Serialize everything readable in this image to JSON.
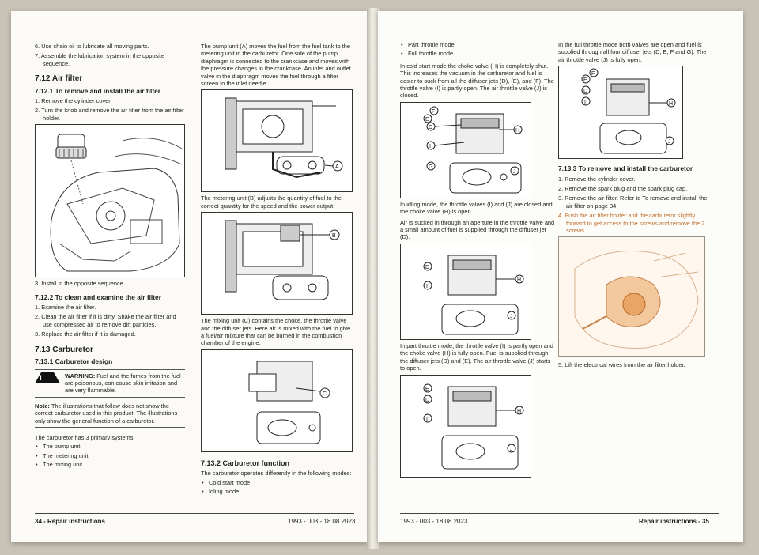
{
  "left_page": {
    "col1": {
      "items_top": [
        {
          "num": "6.",
          "text": "Use chain oil to lubricate all moving parts."
        },
        {
          "num": "7.",
          "text": "Assemble the lubrication system in the opposite sequence."
        }
      ],
      "h_air_filter": "7.12 Air filter",
      "h_remove_air_filter": "7.12.1 To remove and install the air filter",
      "remove_steps": [
        {
          "num": "1.",
          "text": "Remove the cylinder cover."
        },
        {
          "num": "2.",
          "text": "Turn the knob and remove the air filter from the air filter holder."
        }
      ],
      "step3": {
        "num": "3.",
        "text": "Install in the opposite sequence."
      },
      "h_clean": "7.12.2 To clean and examine the air filter",
      "clean_steps": [
        {
          "num": "1.",
          "text": "Examine the air filter."
        },
        {
          "num": "2.",
          "text": "Clean the air filter if it is dirty. Shake the air filter and use compressed air to remove dirt particles."
        },
        {
          "num": "3.",
          "text": "Replace the air filter if it is damaged."
        }
      ],
      "h_carb": "7.13 Carburetor",
      "h_carb_design": "7.13.1 Carburetor design",
      "warning_label": "WARNING:",
      "warning_text": "Fuel and the fumes from the fuel are poisonous, can cause skin irritation and are very flammable.",
      "note_label": "Note:",
      "note_text": "The illustrations that follow does not show the correct carburetor used in this product. The illustrations only show the general function of a carburetor.",
      "systems_intro": "The carburetor has 3 primary systems:",
      "systems": [
        "The pump unit.",
        "The metering unit.",
        "The mixing unit."
      ]
    },
    "col2": {
      "pump_text": "The pump unit (A) moves the fuel from the fuel tank to the metering unit in the carburetor. One side of the pump diaphragm is connected to the crankcase and moves with the pressure changes in the crankcase. An inlet and outlet valve in the diaphragm moves the fuel through a filter screen to the inlet needle.",
      "fig_a_label": "A",
      "metering_text": "The metering unit (B) adjusts the quantity of fuel to the correct quantity for the speed and the power output.",
      "fig_b_label": "B",
      "mixing_text": "The mixing unit (C) contains the choke, the throttle valve and the diffuser jets. Here air is mixed with the fuel to give a fuel/air mixture that can be burned in the combustion chamber of the engine.",
      "fig_c_label": "C",
      "h_function": "7.13.2 Carburetor function",
      "function_text": "The carburetor operates differently in the following modes:",
      "modes": [
        "Cold start mode",
        "Idling mode"
      ]
    },
    "footer_left": "34 - Repair instructions",
    "footer_right": "1993 - 003 - 18.08.2023"
  },
  "right_page": {
    "col1": {
      "modes": [
        "Part throttle mode",
        "Full throttle mode"
      ],
      "cold_text": "In cold start mode the choke valve (H) is completely shut. This increases the vacuum in the carburetor and fuel is easier to suck from all the diffuser jets (D), (E), and (F). The throttle valve (I) is partly open. The air throttle valve (J) is closed.",
      "idle_text": "In idling mode, the throttle valves (I) and (J) are closed and the choke valve (H) is open.",
      "air_text": "Air is sucked in through an aperture in the throttle valve and a small amount of fuel is supplied through the diffuser jet (D).",
      "part_text": "In part throttle mode, the throttle valve (I) is partly open and the choke valve (H) is fully open. Fuel is supplied through the diffuser jets (D) and (E). The air throttle valve (J) starts to open."
    },
    "col2": {
      "full_text": "In the full throttle mode both valves are open and fuel is supplied through all four diffuser jets (D, E, F and G). The air throttle valve (J) is fully open.",
      "h_remove_carb": "7.13.3 To remove and install the carburetor",
      "steps": [
        {
          "num": "1.",
          "text": "Remove the cylinder cover."
        },
        {
          "num": "2.",
          "text": "Remove the spark plug and the spark plug cap."
        },
        {
          "num": "3.",
          "text": "Remove the air filter. Refer to To remove and install the air filter on page 34."
        },
        {
          "num": "4.",
          "text": "Push the air filter holder and the carburetor slightly forward to get access to the screws and remove the 2 screws."
        }
      ],
      "step5": {
        "num": "5.",
        "text": "Lift the electrical wires from the air filter holder."
      }
    },
    "fig_labels": {
      "D": "D",
      "E": "E",
      "F": "F",
      "G": "G",
      "H": "H",
      "I": "I",
      "J": "J"
    },
    "footer_left": "1993 - 003 - 18.08.2023",
    "footer_right": "Repair instructions - 35"
  }
}
